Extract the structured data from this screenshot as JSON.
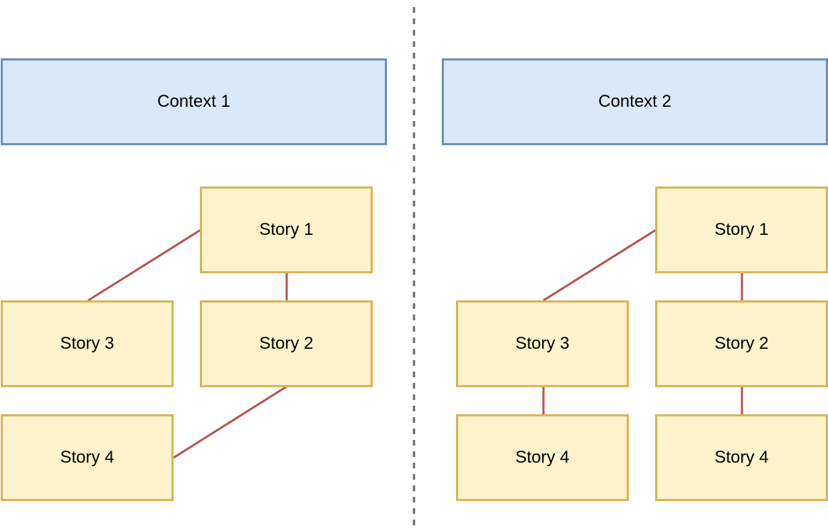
{
  "colors": {
    "context_fill": "#dae8fc",
    "context_border": "#6c8ebf",
    "story_fill": "#fff2cc",
    "story_border": "#d6b656",
    "connector": "#b85450",
    "divider": "#666666"
  },
  "left": {
    "context": "Context 1",
    "stories": {
      "story1": "Story 1",
      "story2": "Story 2",
      "story3": "Story 3",
      "story4": "Story 4"
    }
  },
  "right": {
    "context": "Context 2",
    "stories": {
      "story1": "Story 1",
      "story2": "Story 2",
      "story3": "Story 3",
      "story4a": "Story 4",
      "story4b": "Story 4"
    }
  }
}
